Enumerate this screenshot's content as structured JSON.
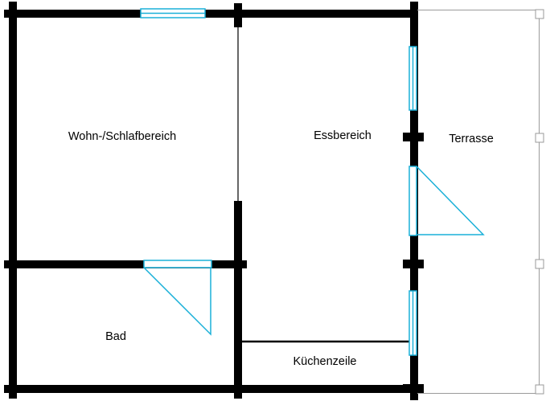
{
  "plan": {
    "rooms": {
      "wohn": "Wohn-/Schlafbereich",
      "ess": "Essbereich",
      "terrasse": "Terrasse",
      "bad": "Bad",
      "kueche": "Küchenzeile"
    }
  },
  "colors": {
    "wall": "#000000",
    "opening": "#1ab0d8",
    "background": "#ffffff"
  }
}
